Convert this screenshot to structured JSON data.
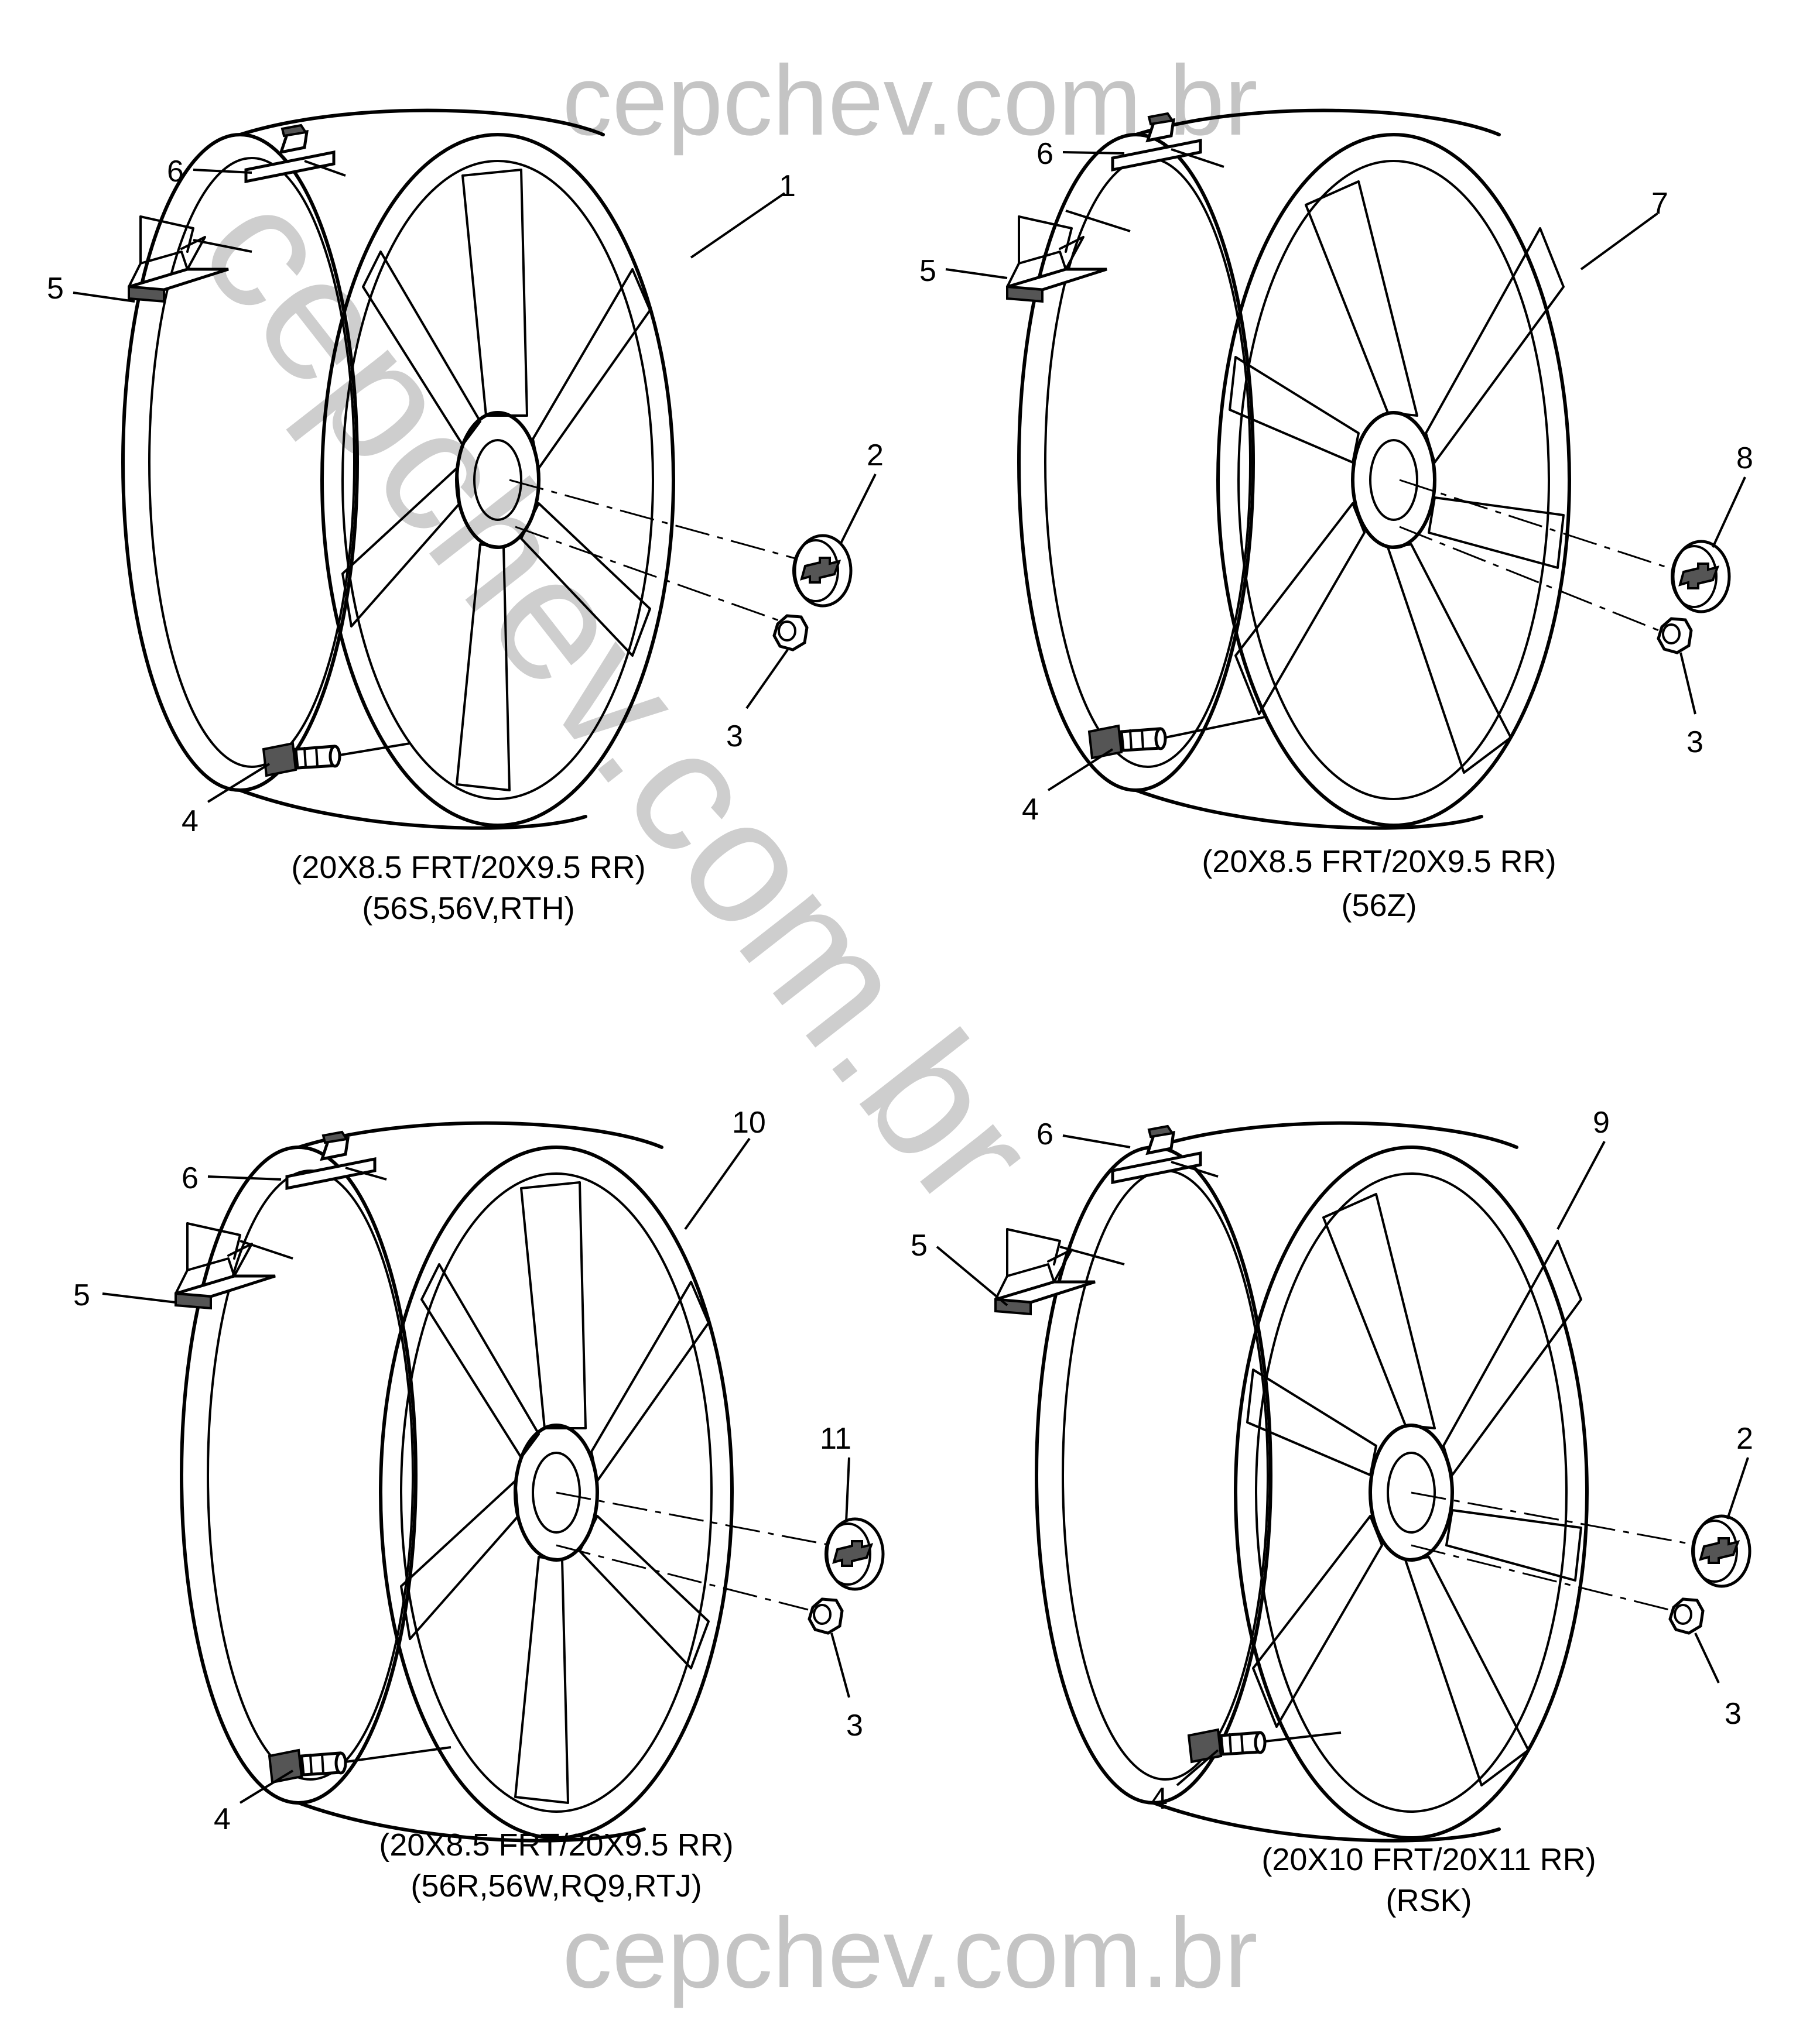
{
  "watermark": {
    "top": "cepchev.com.br",
    "bottom": "cepchev.com.br",
    "diagonal": "cepchev.com.br"
  },
  "quadrants": [
    {
      "id": "top-left",
      "caption_line1": "(20X8.5 FRT/20X9.5 RR)",
      "caption_line2": "(56S,56V,RTH)",
      "wheel_callout": "1",
      "cap_callout": "2",
      "nut_callout": "3",
      "valve_callout": "4",
      "weight_callout": "5",
      "clip_weight_callout": "6"
    },
    {
      "id": "top-right",
      "caption_line1": "(20X8.5 FRT/20X9.5 RR)",
      "caption_line2": "(56Z)",
      "wheel_callout": "7",
      "cap_callout": "8",
      "nut_callout": "3",
      "valve_callout": "4",
      "weight_callout": "5",
      "clip_weight_callout": "6"
    },
    {
      "id": "bottom-left",
      "caption_line1": "(20X8.5 FRT/20X9.5 RR)",
      "caption_line2": "(56R,56W,RQ9,RTJ)",
      "wheel_callout": "10",
      "cap_callout": "11",
      "nut_callout": "3",
      "valve_callout": "4",
      "weight_callout": "5",
      "clip_weight_callout": "6"
    },
    {
      "id": "bottom-right",
      "caption_line1": "(20X10 FRT/20X11 RR)",
      "caption_line2": "(RSK)",
      "wheel_callout": "9",
      "cap_callout": "2",
      "nut_callout": "3",
      "valve_callout": "4",
      "weight_callout": "5",
      "clip_weight_callout": "6"
    }
  ]
}
